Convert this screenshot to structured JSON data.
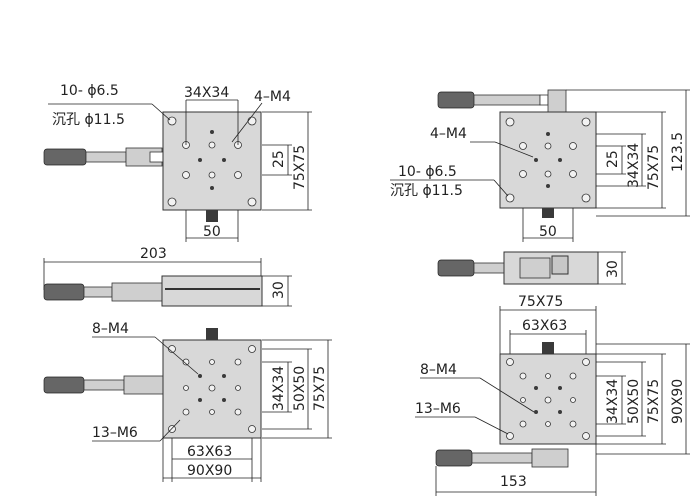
{
  "colors": {
    "plate": "#d8d8d8",
    "line": "#222222",
    "knob": "#666666"
  },
  "tl": {
    "hole_spec": "10- ϕ6.5",
    "counterbore": "沉孔 ϕ11.5",
    "top_pattern": "34X34",
    "thread": "4–M4",
    "dim_25": "25",
    "dim_75x75": "75X75",
    "dim_50": "50"
  },
  "ml": {
    "length": "203",
    "height": "30"
  },
  "bl": {
    "thread": "8–M4",
    "thread2": "13–M6",
    "dim_34x34": "34X34",
    "dim_50x50": "50X50",
    "dim_75x75": "75X75",
    "dim_63x63": "63X63",
    "dim_90x90": "90X90"
  },
  "tr": {
    "thread": "4–M4",
    "hole_spec": "10- ϕ6.5",
    "counterbore": "沉孔 ϕ11.5",
    "dim_25": "25",
    "dim_34x34": "34X34",
    "dim_75x75": "75X75",
    "dim_123": "123.5",
    "dim_50": "50"
  },
  "mr": {
    "height": "30"
  },
  "br": {
    "dim_75x75_top": "75X75",
    "dim_63x63_top": "63X63",
    "thread": "8–M4",
    "thread2": "13–M6",
    "dim_34x34": "34X34",
    "dim_50x50": "50X50",
    "dim_75x75": "75X75",
    "dim_90x90": "90X90",
    "dim_153": "153"
  }
}
